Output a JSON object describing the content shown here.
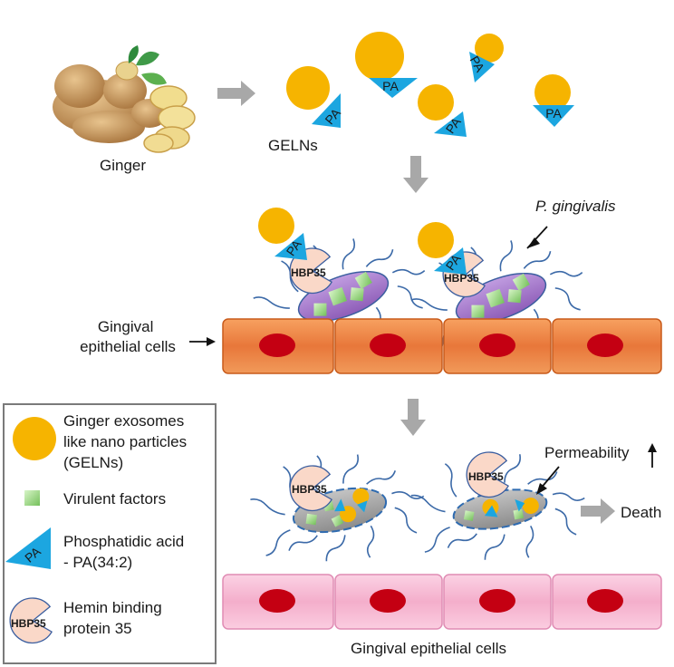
{
  "labels": {
    "ginger": "Ginger",
    "gelns": "GELNs",
    "p_gingivalis": "P. gingivalis",
    "gingival_epithelial": "Gingival\nepithelial cells",
    "permeability": "Permeability",
    "death": "Death",
    "bottom_cells": "Gingival epithelial cells"
  },
  "tags": {
    "pa": "PA",
    "hbp35": "HBP35"
  },
  "legend": {
    "items": [
      {
        "text": "Ginger exosomes\nlike nano particles\n(GELNs)",
        "icon": "orange-circle-icon"
      },
      {
        "text": "Virulent factors",
        "icon": "green-square-icon"
      },
      {
        "text": "Phosphatidic acid\n- PA(34:2)",
        "icon": "pa-triangle-icon"
      },
      {
        "text": "Hemin binding\nprotein 35",
        "icon": "hbp35-pacman-icon"
      }
    ]
  },
  "colors": {
    "gelns": "#f6b400",
    "pa": "#1ca6e0",
    "virulent": "#88d070",
    "bacterium_live": "#9f6fc2",
    "bacterium_dead": "#9a9a9a",
    "cell_top": "#e8833c",
    "cell_bottom": "#f6b4d0",
    "nucleus": "#c40012",
    "hbp": "#fad8c8",
    "arrow": "#a8a8a8",
    "flagella": "#3c6aa8"
  }
}
